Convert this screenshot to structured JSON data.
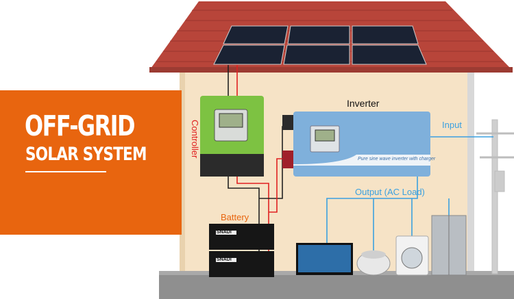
{
  "banner": {
    "title": "OFF-GRID",
    "subtitle": "SOLAR SYSTEM"
  },
  "labels": {
    "controller": "Controller",
    "inverter": "Inverter",
    "input": "Input",
    "output": "Output (AC Load)",
    "battery": "Battery"
  },
  "devices": {
    "inverter_caption": "Pure sine wave inverter with charger",
    "battery_brand": "SNADI"
  },
  "colors": {
    "accent": "#e8650f",
    "ac_line": "#3aa0e0",
    "dc_positive": "#e02020",
    "dc_negative": "#222222"
  }
}
